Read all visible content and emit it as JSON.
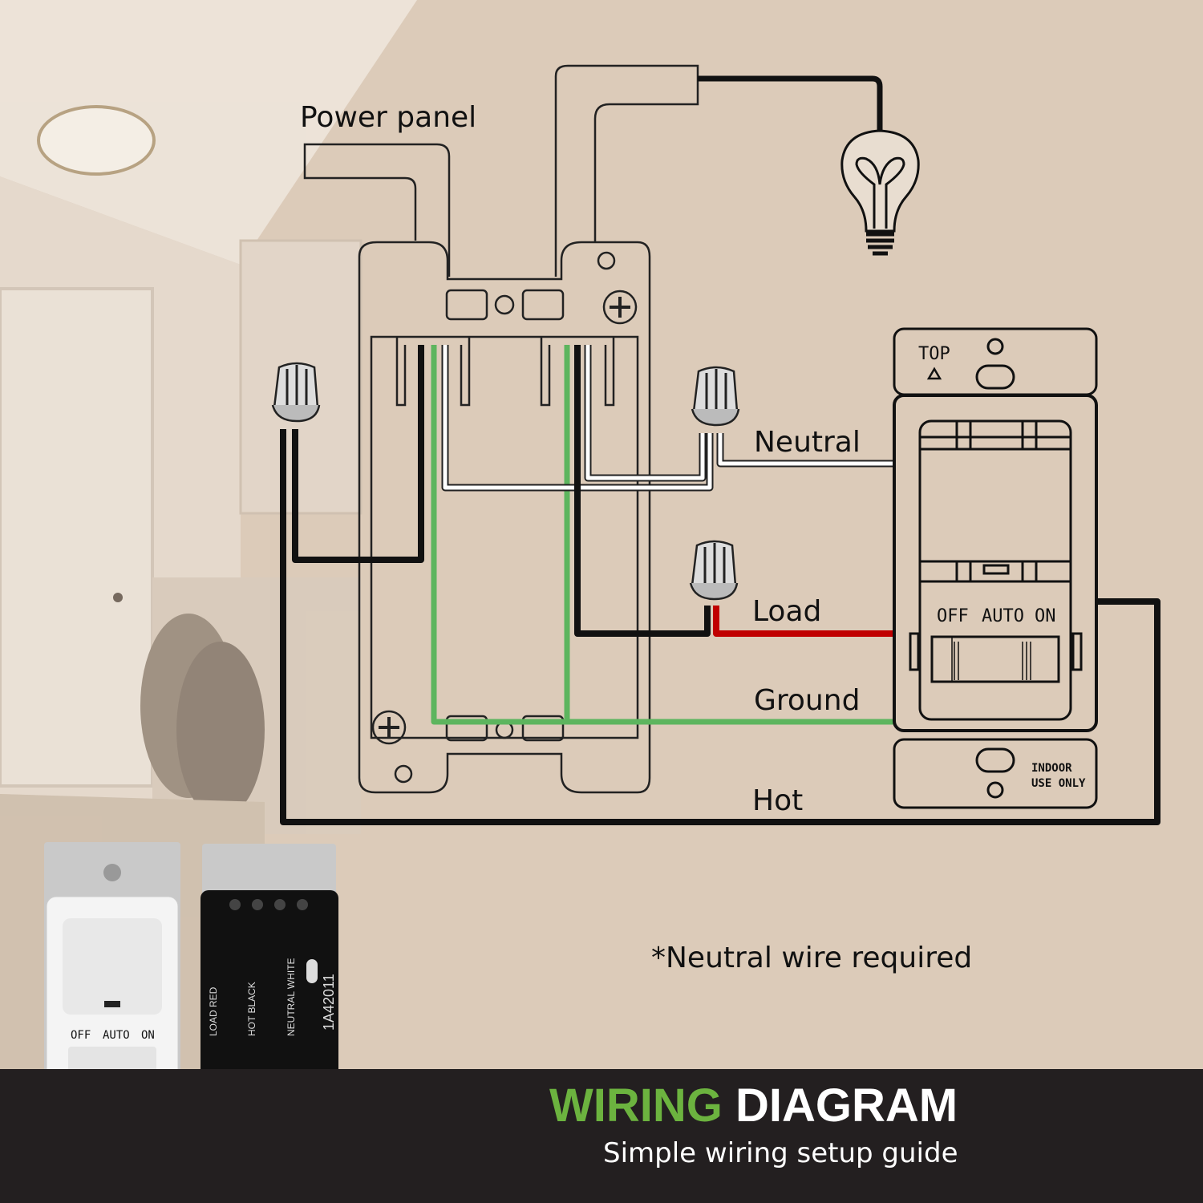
{
  "diagram": {
    "labels": {
      "power_panel": "Power panel",
      "neutral": "Neutral",
      "load": "Load",
      "ground": "Ground",
      "hot": "Hot",
      "note": "*Neutral wire required"
    },
    "switch": {
      "top": "TOP",
      "modes": [
        "OFF",
        "AUTO",
        "ON"
      ],
      "indoor_line1": "INDOOR",
      "indoor_line2": "USE ONLY"
    },
    "product_back": {
      "terminals": [
        "LOAD RED",
        "HOT BLACK",
        "NEUTRAL WHITE"
      ],
      "model": "1A42011"
    },
    "product_front": {
      "modes": [
        "OFF",
        "AUTO",
        "ON"
      ]
    },
    "wire_colors": {
      "hot": "#111111",
      "neutral": "#ffffff",
      "load": "#c00000",
      "ground": "#5db55e"
    }
  },
  "banner": {
    "title_accent": "WIRING",
    "title_rest": "DIAGRAM",
    "subtitle": "Simple wiring setup guide",
    "accent_color": "#6cb33f"
  }
}
